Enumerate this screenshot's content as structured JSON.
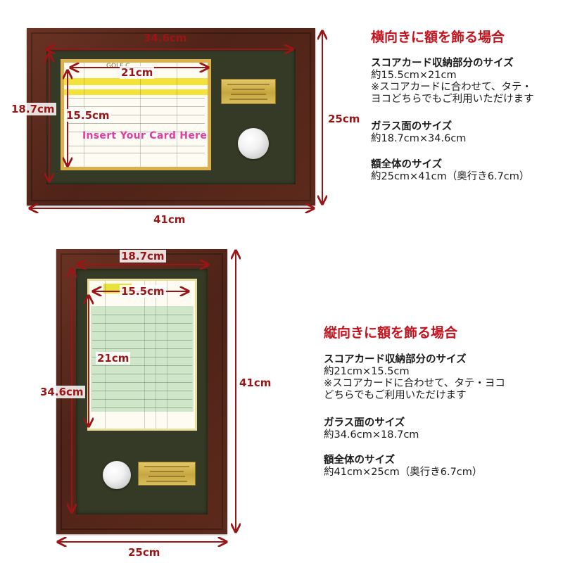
{
  "landscape": {
    "title": "横向きに額を飾る場合",
    "dims": {
      "glass_width": "34.6cm",
      "glass_height": "18.7cm",
      "card_width": "21cm",
      "card_height": "15.5cm",
      "total_height": "25cm",
      "total_width": "41cm"
    },
    "card_text": "Insert Your Card Here",
    "card_header": "GOLF C",
    "sections": [
      {
        "heading": "スコアカード収納部分のサイズ",
        "lines": [
          "約15.5cm×21cm",
          "※スコアカードに合わせて、タテ・",
          "ヨコどちらでもご利用いただけます"
        ]
      },
      {
        "heading": "ガラス面のサイズ",
        "lines": [
          "約18.7cm×34.6cm"
        ]
      },
      {
        "heading": "額全体のサイズ",
        "lines": [
          "約25cm×41cm（奥行き6.7cm）"
        ]
      }
    ]
  },
  "portrait": {
    "title": "縦向きに額を飾る場合",
    "dims": {
      "glass_width": "18.7cm",
      "card_width": "15.5cm",
      "card_height": "21cm",
      "glass_height": "34.6cm",
      "total_height": "41cm",
      "total_width": "25cm"
    },
    "sections": [
      {
        "heading": "スコアカード収納部分のサイズ",
        "lines": [
          "約21cm×15.5cm",
          "※スコアカードに合わせて、タテ・ヨコ",
          "どちらでもご利用いただけます"
        ]
      },
      {
        "heading": "ガラス面のサイズ",
        "lines": [
          "約34.6cm×18.7cm"
        ]
      },
      {
        "heading": "額全体のサイズ",
        "lines": [
          "約41cm×25cm（奥行き6.7cm）"
        ]
      }
    ]
  },
  "colors": {
    "frame": "#5a2a1d",
    "mat": "#353a26",
    "accent": "#c4121c",
    "dimension": "#9a1616",
    "plate": "#d4b64f"
  }
}
